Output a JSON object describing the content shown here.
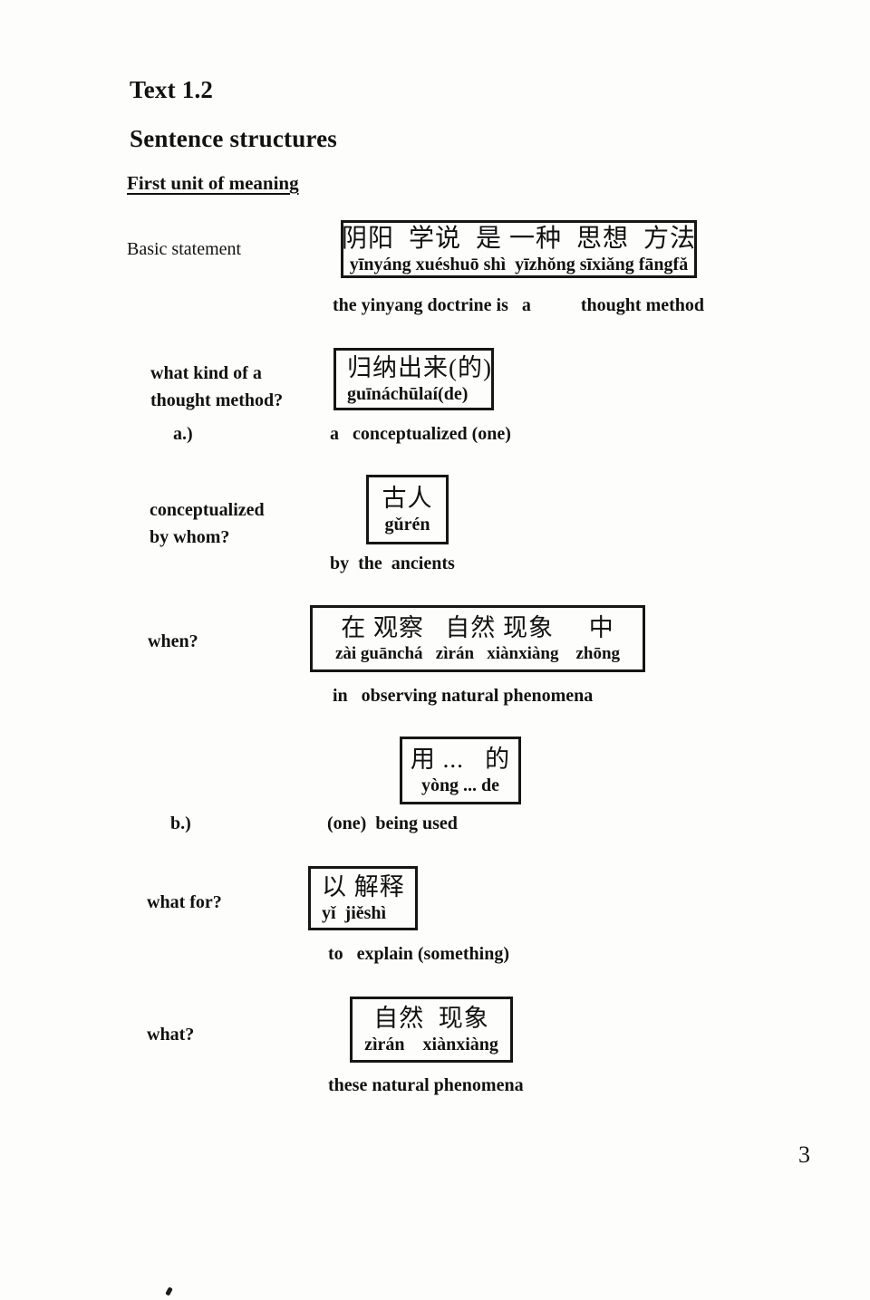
{
  "page": {
    "title": "Text 1.2",
    "subtitle": "Sentence structures",
    "section_heading": "First unit of meaning",
    "page_number": "3"
  },
  "rows": [
    {
      "label": "Basic statement",
      "box": {
        "chinese": "阴阳  学说  是 一种  思想  方法",
        "pinyin": "yīnyáng xuéshuō shì  yīzhǒng sīxiǎng fāngfǎ"
      },
      "gloss": "the yinyang doctrine is   a           thought method"
    },
    {
      "label_line1": "what kind of a",
      "label_line2": "thought method?",
      "marker": "a.)",
      "box": {
        "chinese": "归纳出来(的)",
        "pinyin": "guīnáchūlaí(de)"
      },
      "gloss": "a   conceptualized (one)"
    },
    {
      "label_line1": "conceptualized",
      "label_line2": "by whom?",
      "box": {
        "chinese": "古人",
        "pinyin": "gǔrén"
      },
      "gloss": "by  the  ancients"
    },
    {
      "label": "when?",
      "box": {
        "chinese": "在 观察   自然 现象     中",
        "pinyin": "zài guānchá   zìrán   xiànxiàng    zhōng"
      },
      "gloss": "in   observing natural phenomena"
    },
    {
      "marker": "b.)",
      "box": {
        "chinese": "用 ...   的",
        "pinyin": "yòng ... de"
      },
      "gloss": "(one)  being used"
    },
    {
      "label": "what for?",
      "box": {
        "chinese": "以 解释",
        "pinyin": "yǐ  jiěshì"
      },
      "gloss": "to   explain (something)"
    },
    {
      "label": "what?",
      "box": {
        "chinese": "自然  现象",
        "pinyin": "zìrán    xiànxiàng"
      },
      "gloss": "these natural phenomena"
    }
  ]
}
